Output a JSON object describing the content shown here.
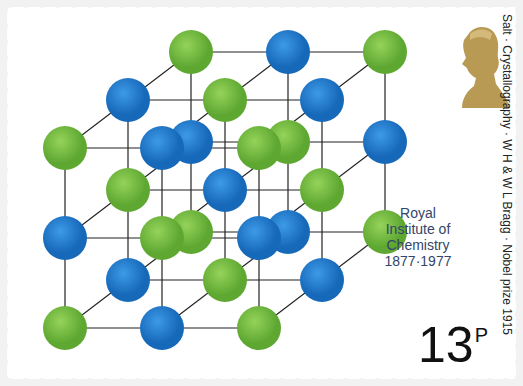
{
  "diagram": {
    "labels": [
      "Salt · Crystallography · W H & W L Bragg · Nobel prize 1915",
      "Royal Institute of Chemistry 1877·1977",
      "13",
      "P"
    ]
  }
}
